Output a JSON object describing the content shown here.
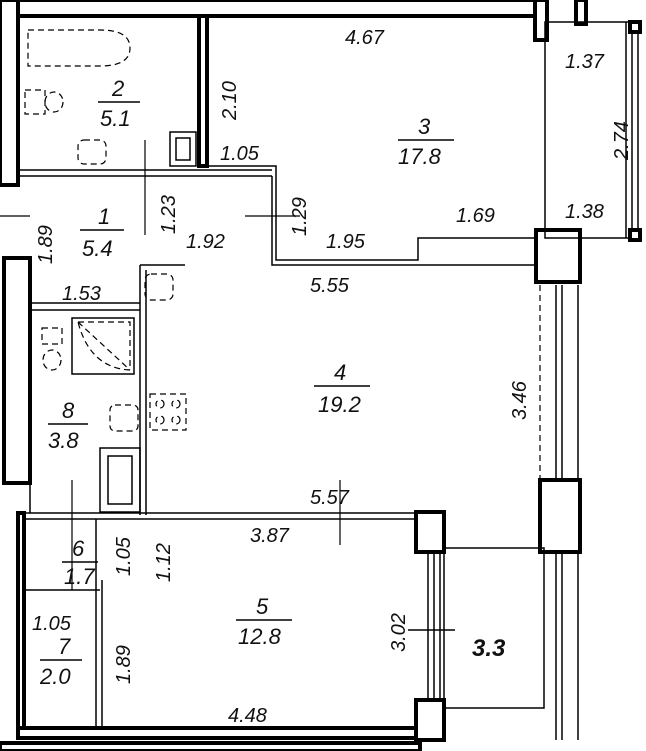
{
  "rooms": [
    {
      "id": "1",
      "area": "5.4"
    },
    {
      "id": "2",
      "area": "5.1"
    },
    {
      "id": "3",
      "area": "17.8"
    },
    {
      "id": "4",
      "area": "19.2"
    },
    {
      "id": "5",
      "area": "12.8"
    },
    {
      "id": "6",
      "area": "1.7"
    },
    {
      "id": "7",
      "area": "2.0"
    },
    {
      "id": "8",
      "area": "3.8"
    }
  ],
  "balcony_area": "3.3",
  "dimensions": {
    "d_467": "4.67",
    "d_137": "1.37",
    "d_274": "2.74",
    "d_138": "1.38",
    "d_169": "1.69",
    "d_195": "1.95",
    "d_129": "1.29",
    "d_192": "1.92",
    "d_123": "1.23",
    "d_105a": "1.05",
    "d_210": "2.10",
    "d_189a": "1.89",
    "d_153": "1.53",
    "d_555": "5.55",
    "d_346": "3.46",
    "d_557": "5.57",
    "d_387": "3.87",
    "d_105b": "1.05",
    "d_112": "1.12",
    "d_105c": "1.05",
    "d_189b": "1.89",
    "d_302": "3.02",
    "d_448": "4.48"
  }
}
